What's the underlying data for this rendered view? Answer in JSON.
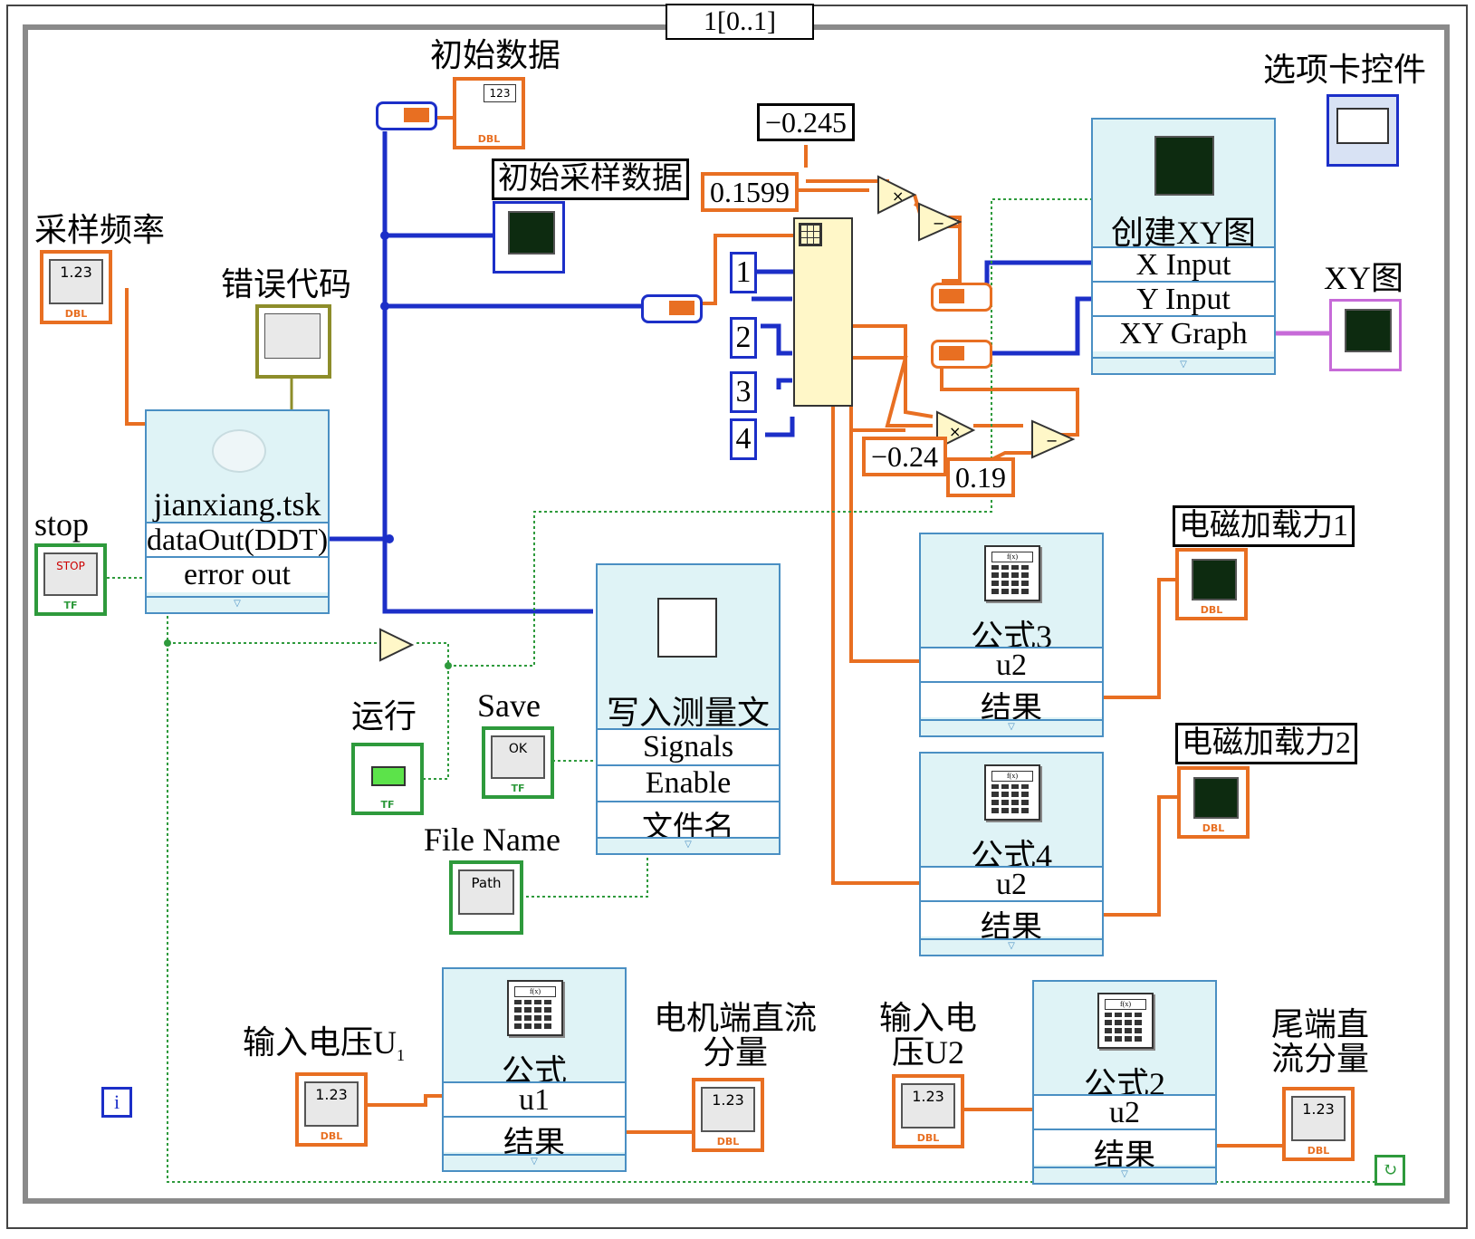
{
  "sequence": {
    "selector": "1[0..1]"
  },
  "labels": {
    "initial_data": "初始数据",
    "initial_sample_data": "初始采样数据",
    "sampling_rate": "采样频率",
    "error_code": "错误代码",
    "stop": "stop",
    "tab_control": "选项卡控件",
    "xy_graph": "XY图",
    "em_load1": "电磁加载力1",
    "em_load2": "电磁加载力2",
    "run": "运行",
    "save": "Save",
    "file_name": "File Name",
    "input_voltage_u1": "输入电压U",
    "input_voltage_u1_sub": "1",
    "motor_dc": "电机端直流分量",
    "input_voltage_u2": "输入电压U2",
    "tail_dc": "尾端直流分量"
  },
  "constants": {
    "c1": "−0.245",
    "c2": "0.1599",
    "c3": "−0.24",
    "c4": "0.19",
    "i1": "1",
    "i2": "2",
    "i3": "3",
    "i4": "4"
  },
  "daq": {
    "name": "jianxiang.tsk",
    "out1": "dataOut(DDT)",
    "out2": "error out"
  },
  "build_xy": {
    "title": "创建XY图",
    "row1": "X Input",
    "row2": "Y Input",
    "row3": "XY Graph"
  },
  "write_file": {
    "title": "写入测量文件",
    "row1": "Signals",
    "row2": "Enable",
    "row3": "文件名"
  },
  "formula3": {
    "title": "公式3",
    "row1": "u2",
    "row2": "结果"
  },
  "formula4": {
    "title": "公式4",
    "row1": "u2",
    "row2": "结果"
  },
  "formula": {
    "title": "公式",
    "row1": "u1",
    "row2": "结果"
  },
  "formula2": {
    "title": "公式2",
    "row1": "u2",
    "row2": "结果"
  },
  "terminals": {
    "num": "1.23",
    "dbl": "DBL",
    "tf": "TF",
    "stop_btn": "STOP",
    "ok_btn": "OK",
    "path": "Path",
    "array_idx": "123",
    "iter": "i"
  },
  "colors": {
    "orange": "#e86f22",
    "blue": "#1c2fc8",
    "green": "#2e9a3c",
    "pink": "#c76ad8"
  }
}
